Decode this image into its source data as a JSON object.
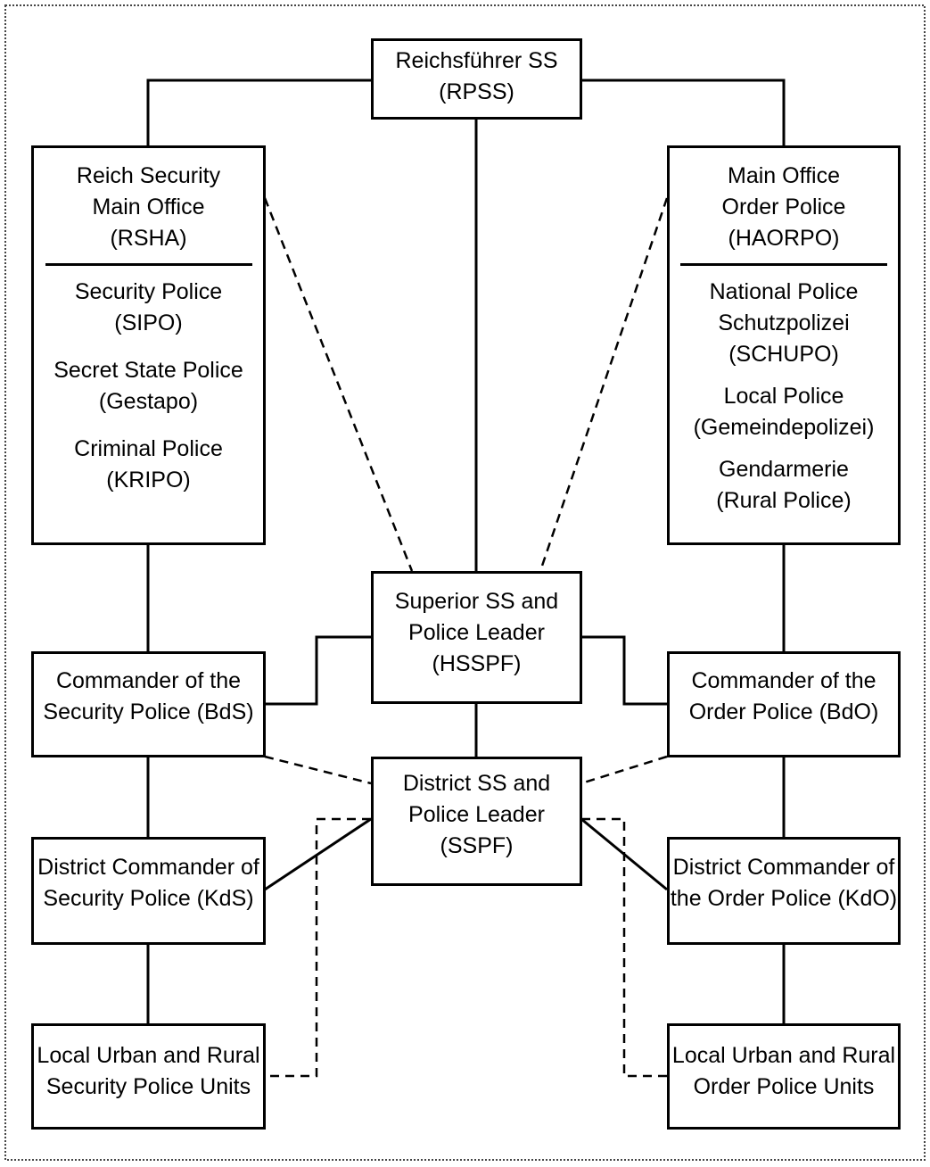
{
  "boxes": {
    "rpss": [
      "Reichsführer SS",
      "(RPSS)"
    ],
    "rsha": {
      "header": [
        "Reich Security",
        "Main Office",
        "(RSHA)"
      ],
      "groups": [
        [
          "Security Police",
          "(SIPO)"
        ],
        [
          "Secret State Police",
          "(Gestapo)"
        ],
        [
          "Criminal Police",
          "(KRIPO)"
        ]
      ]
    },
    "haorpo": {
      "header": [
        "Main Office",
        "Order Police",
        "(HAORPO)"
      ],
      "groups": [
        [
          "National Police",
          "Schutzpolizei",
          "(SCHUPO)"
        ],
        [
          "Local Police",
          "(Gemeindepolizei)"
        ],
        [
          "Gendarmerie",
          "(Rural Police)"
        ]
      ]
    },
    "hsspf": [
      "Superior SS and",
      "Police Leader",
      "(HSSPF)"
    ],
    "sspf": [
      "District SS and",
      "Police Leader",
      "(SSPF)"
    ],
    "bds": [
      "Commander of the",
      "Security Police (BdS)"
    ],
    "bdo": [
      "Commander of the",
      "Order Police (BdO)"
    ],
    "kds": [
      "District Commander of",
      "Security Police (KdS)"
    ],
    "kdo": [
      "District Commander of",
      "the Order Police (KdO)"
    ],
    "local_security": [
      "Local Urban and Rural",
      "Security Police Units"
    ],
    "local_order": [
      "Local Urban and Rural",
      "Order Police Units"
    ]
  }
}
